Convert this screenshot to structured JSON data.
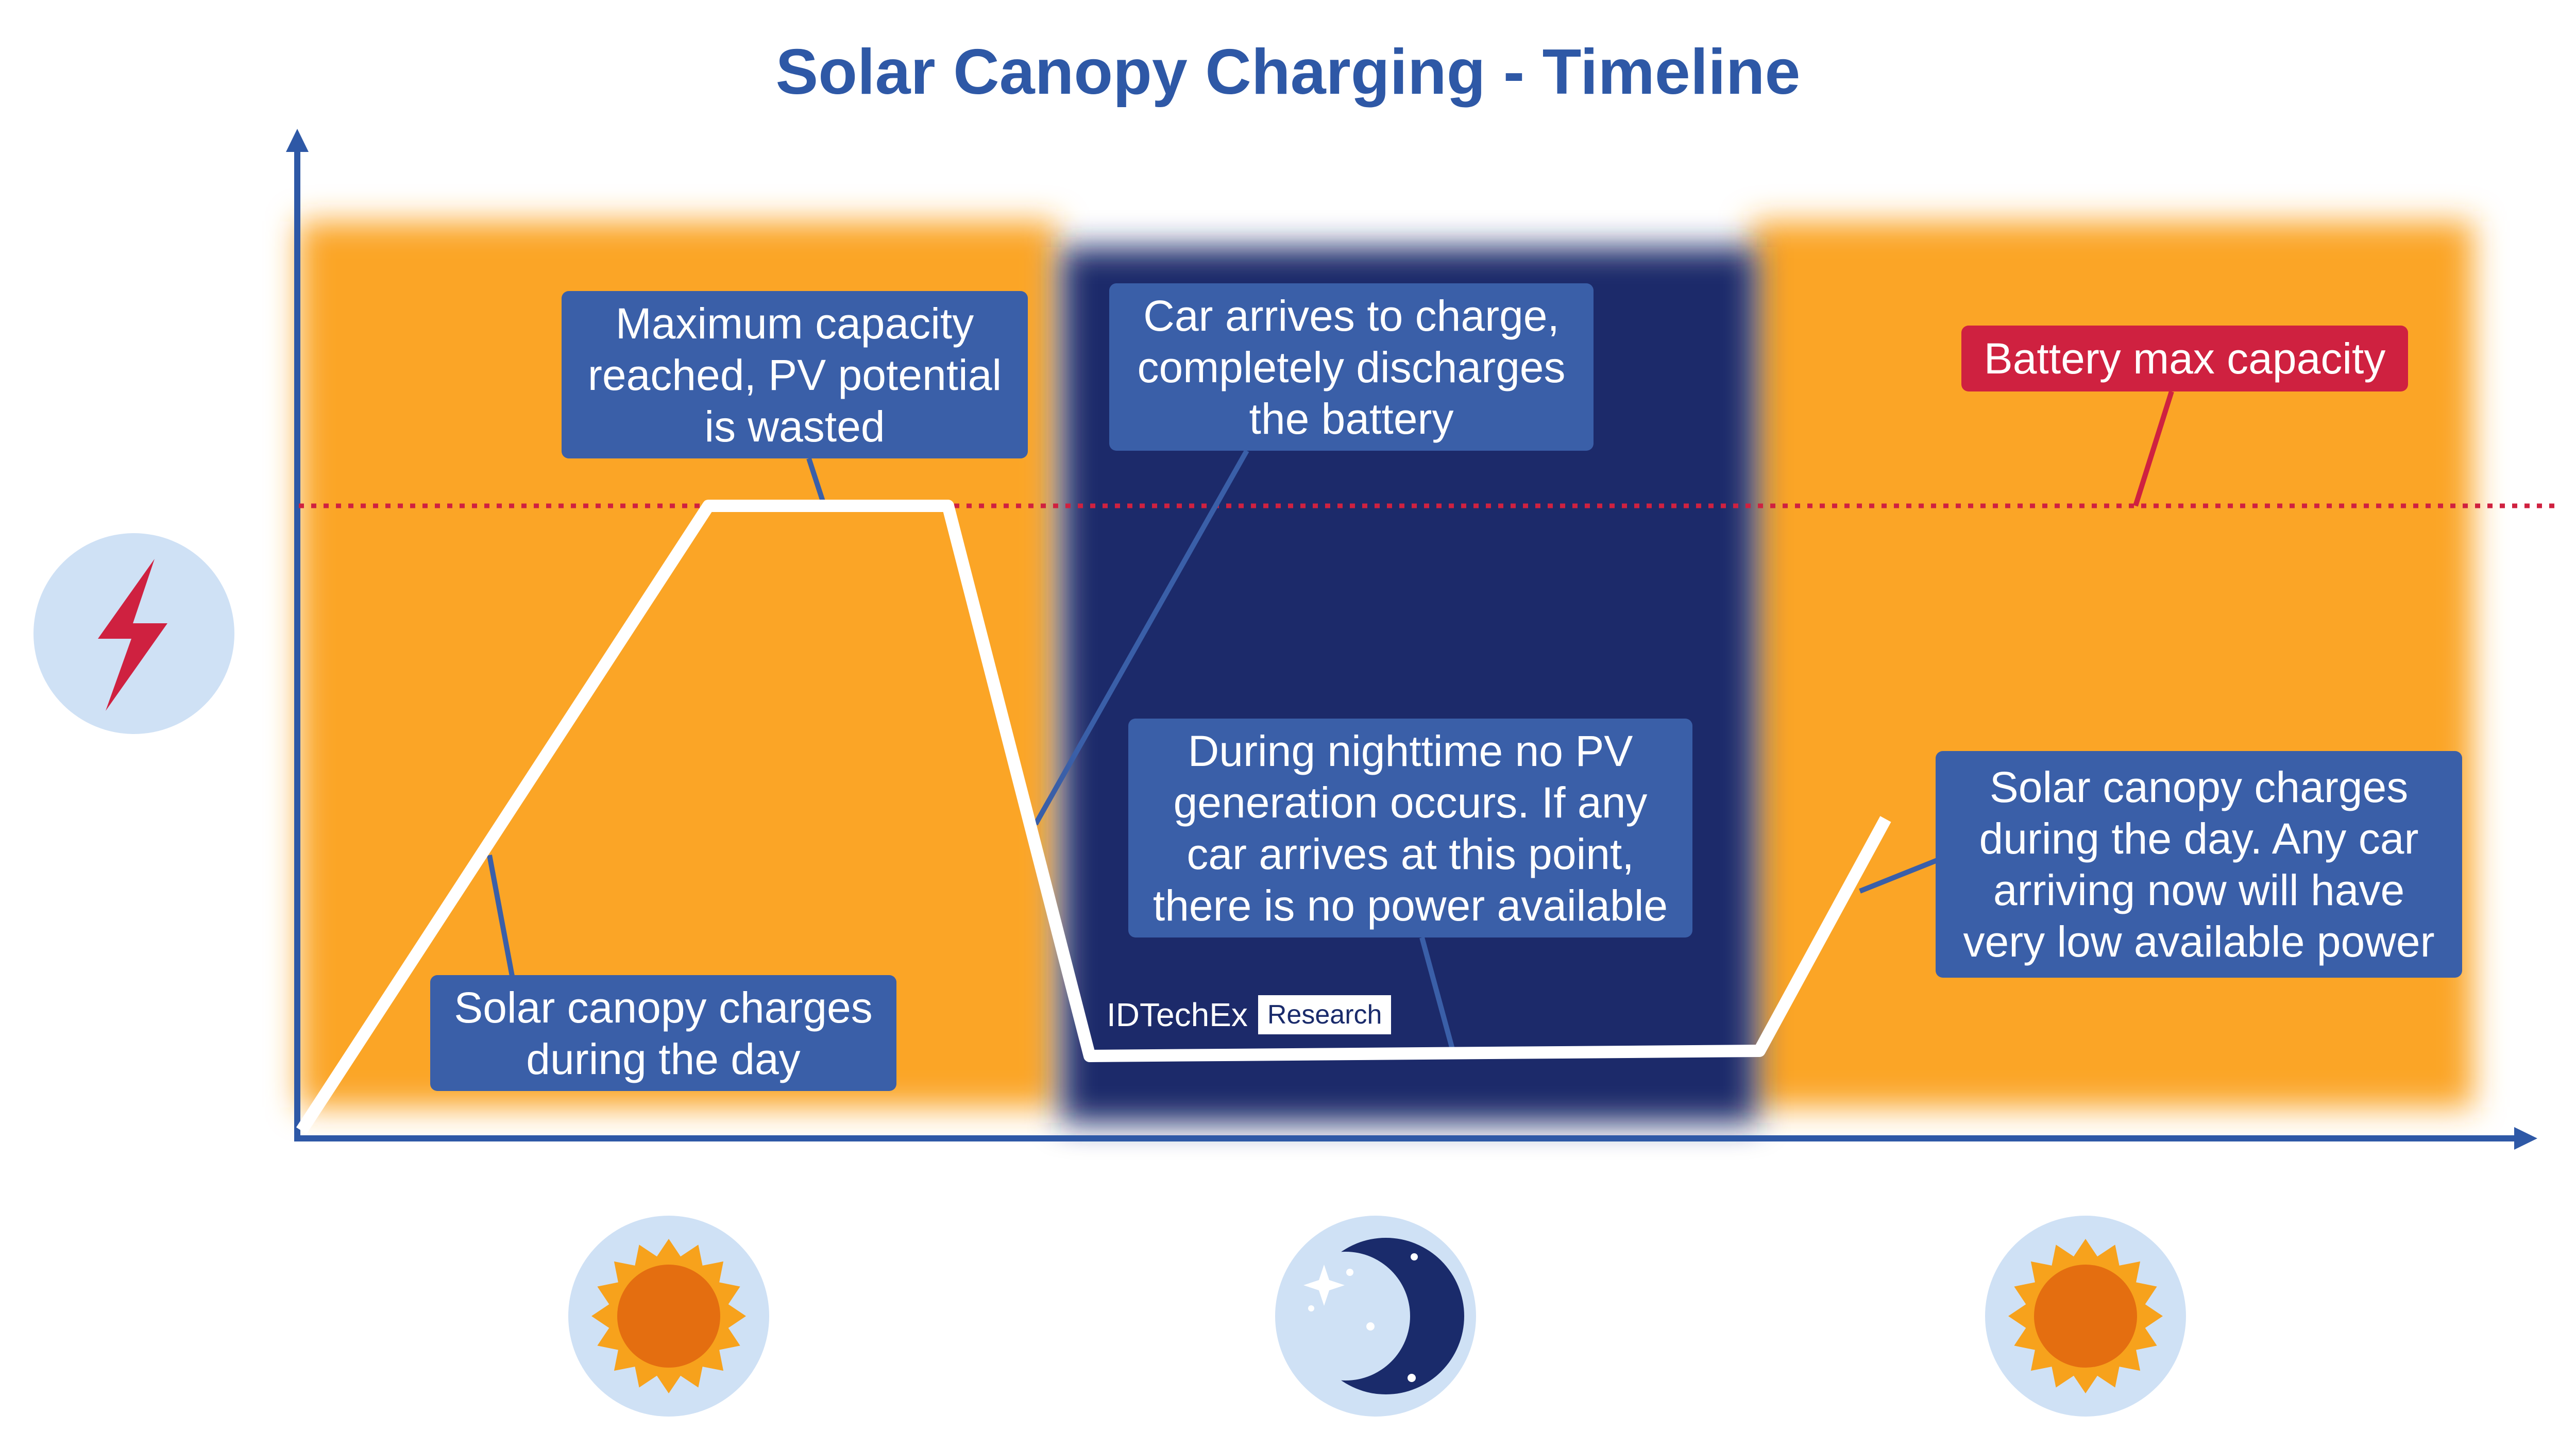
{
  "title": "Solar Canopy Charging - Timeline",
  "annotations": {
    "max_capacity": "Maximum capacity\nreached, PV potential\nis wasted",
    "car_arrives": "Car arrives to charge,\ncompletely discharges\nthe battery",
    "battery_max": "Battery max capacity",
    "nighttime": "During nighttime no PV\ngeneration occurs. If any\ncar arrives at this point,\nthere is no power available",
    "day_charge_1": "Solar canopy charges\nduring the day",
    "day_charge_2": "Solar canopy charges\nduring the day. Any car\narriving now will have\nvery low available power"
  },
  "branding": {
    "name": "IDTechEx",
    "tag": "Research"
  },
  "icons": {
    "y_axis": "lightning-bolt-icon",
    "periods": [
      "sun-icon",
      "moon-icon",
      "sun-icon"
    ]
  },
  "colors": {
    "day": "#fba526",
    "night": "#1a2b6b",
    "annotation": "#3a5fa8",
    "battery_line": "#cf2140",
    "axis": "#2e58a6",
    "icon_circle": "#cfe1f5",
    "sun_core": "#e46e10",
    "sun_rays": "#f7a21c",
    "bolt": "#cf2140"
  }
}
